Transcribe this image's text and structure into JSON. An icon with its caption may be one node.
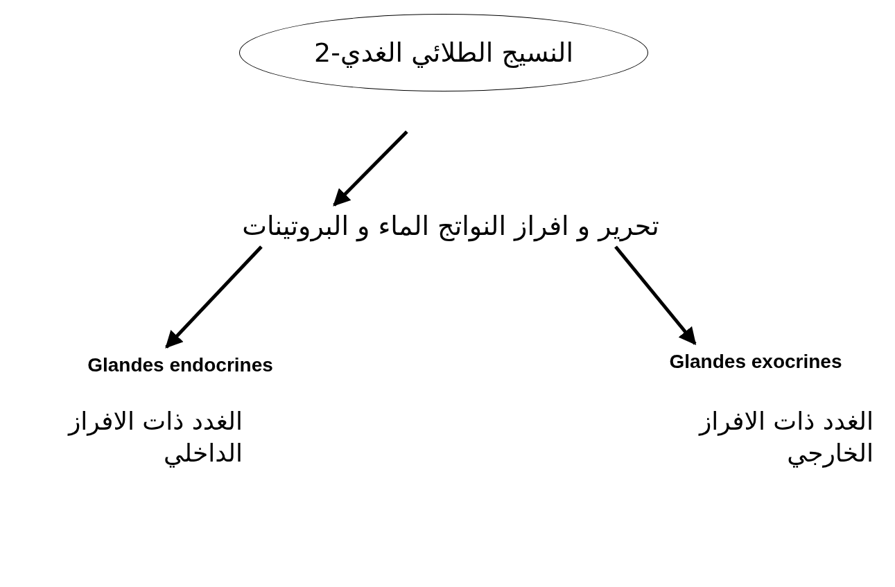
{
  "diagram": {
    "nodes": [
      {
        "text": [
          "2-النسيج الطلائي الغدي"
        ]
      },
      {
        "text": [
          "تحرير و افراز النواتج الماء و البروتينات"
        ]
      },
      {
        "text": [
          "Glandes endocrines"
        ],
        "beside": [
          "الغدد ذات الافراز الداخلي"
        ]
      },
      {
        "text": [
          "Glandes exocrines"
        ],
        "beside": [
          "الغدد ذات الافراز الخارجي"
        ]
      }
    ],
    "edges": [
      {
        "from": 0,
        "to": 1,
        "arrow": "to"
      },
      {
        "from": 1,
        "to": 2,
        "arrow": "to"
      },
      {
        "from": 1,
        "to": 3,
        "arrow": "to"
      }
    ]
  }
}
